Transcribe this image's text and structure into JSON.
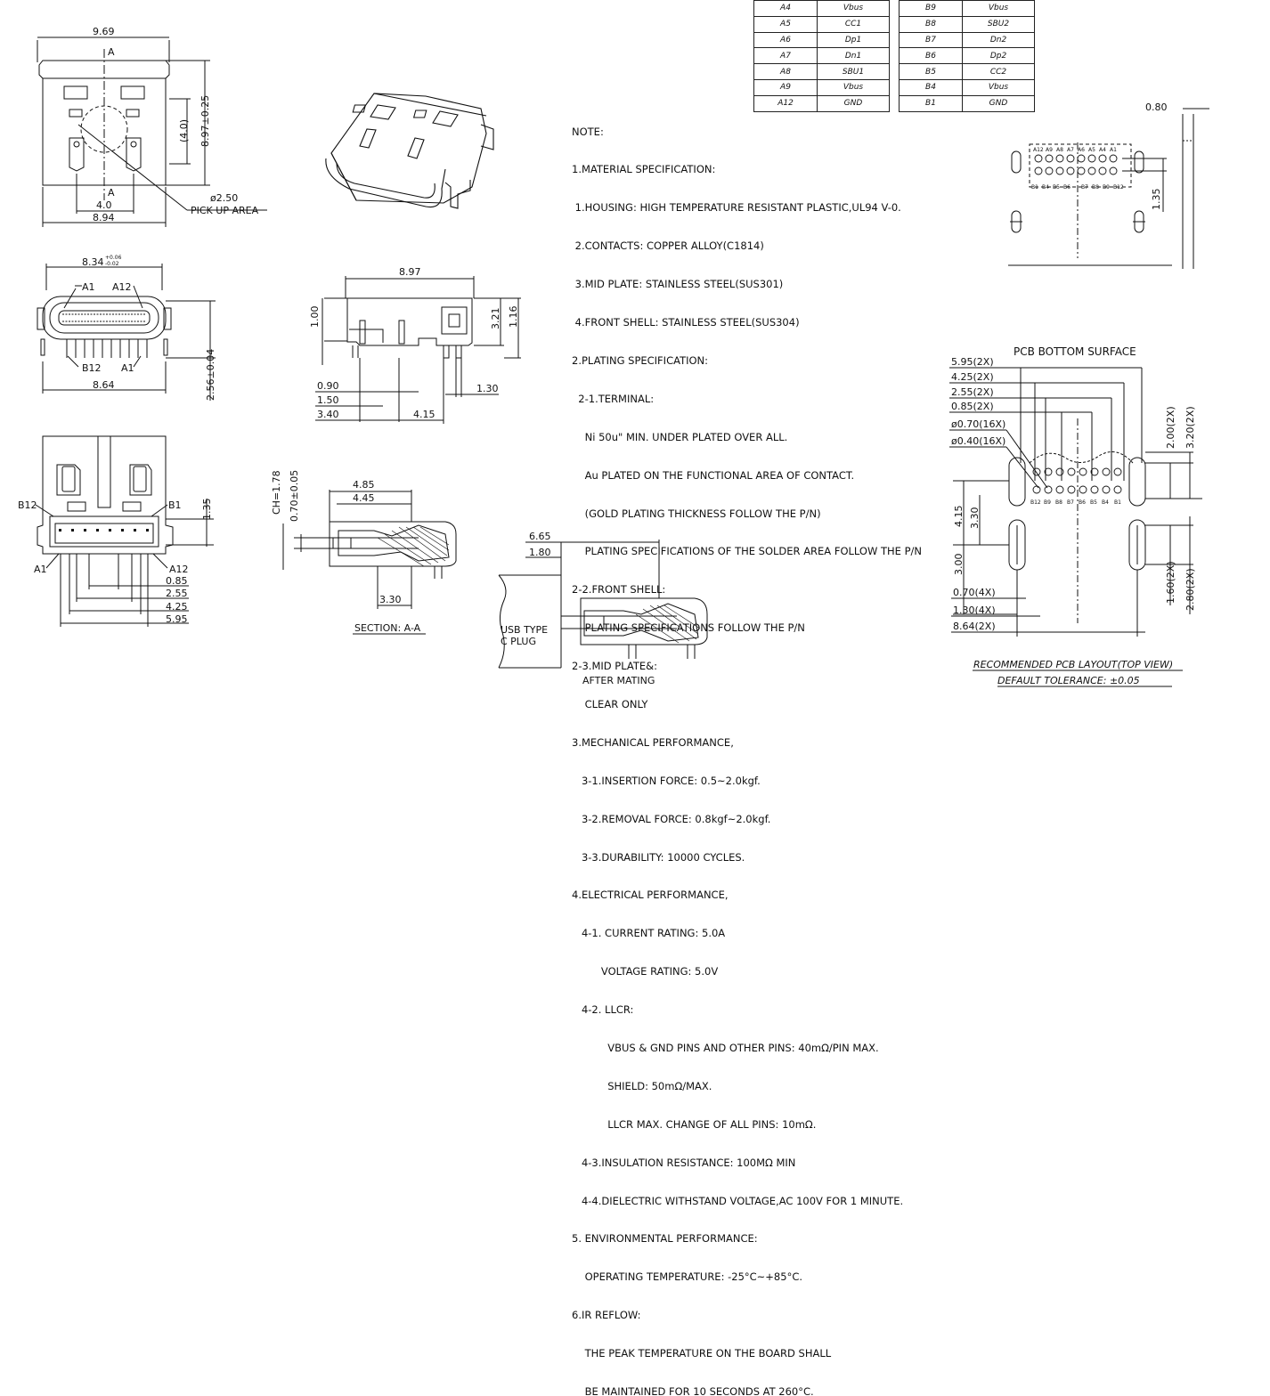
{
  "pin_table": {
    "left": [
      {
        "pin": "A4",
        "signal": "Vbus"
      },
      {
        "pin": "A5",
        "signal": "CC1"
      },
      {
        "pin": "A6",
        "signal": "Dp1"
      },
      {
        "pin": "A7",
        "signal": "Dn1"
      },
      {
        "pin": "A8",
        "signal": "SBU1"
      },
      {
        "pin": "A9",
        "signal": "Vbus"
      },
      {
        "pin": "A12",
        "signal": "GND"
      }
    ],
    "right": [
      {
        "pin": "B9",
        "signal": "Vbus"
      },
      {
        "pin": "B8",
        "signal": "SBU2"
      },
      {
        "pin": "B7",
        "signal": "Dn2"
      },
      {
        "pin": "B6",
        "signal": "Dp2"
      },
      {
        "pin": "B5",
        "signal": "CC2"
      },
      {
        "pin": "B4",
        "signal": "Vbus"
      },
      {
        "pin": "B1",
        "signal": "GND"
      }
    ]
  },
  "notes": [
    "NOTE:",
    "1.MATERIAL SPECIFICATION:",
    " 1.HOUSING: HIGH TEMPERATURE RESISTANT PLASTIC,UL94 V-0.",
    " 2.CONTACTS: COPPER ALLOY(C1814)",
    " 3.MID PLATE: STAINLESS STEEL(SUS301)",
    " 4.FRONT SHELL: STAINLESS STEEL(SUS304)",
    "2.PLATING SPECIFICATION:",
    "  2-1.TERMINAL:",
    "    Ni 50u\" MIN. UNDER PLATED OVER ALL.",
    "    Au PLATED ON THE FUNCTIONAL AREA OF CONTACT.",
    "    (GOLD PLATING THICKNESS FOLLOW THE P/N)",
    "    PLATING SPECIFICATIONS OF THE SOLDER AREA FOLLOW THE P/N",
    "2-2.FRONT SHELL:",
    "    PLATING SPECIFICATIONS FOLLOW THE P/N",
    "2-3.MID PLATE&:",
    "    CLEAR ONLY",
    "3.MECHANICAL PERFORMANCE,",
    "   3-1.INSERTION FORCE: 0.5~2.0kgf.",
    "   3-2.REMOVAL FORCE: 0.8kgf~2.0kgf.",
    "   3-3.DURABILITY: 10000 CYCLES.",
    "4.ELECTRICAL PERFORMANCE,",
    "   4-1. CURRENT RATING: 5.0A",
    "         VOLTAGE RATING: 5.0V",
    "   4-2. LLCR:",
    "           VBUS & GND PINS AND OTHER PINS: 40mΩ/PIN MAX.",
    "           SHIELD: 50mΩ/MAX.",
    "           LLCR MAX. CHANGE OF ALL PINS: 10mΩ.",
    "   4-3.INSULATION RESISTANCE: 100MΩ MIN",
    "   4-4.DIELECTRIC WITHSTAND VOLTAGE,AC 100V FOR 1 MINUTE.",
    "5. ENVIRONMENTAL PERFORMANCE:",
    "    OPERATING TEMPERATURE: -25°C~+85°C.",
    "6.IR REFLOW:",
    "    THE PEAK TEMPERATURE ON THE BOARD SHALL",
    "    BE MAINTAINED FOR 10 SECONDS AT 260°C."
  ],
  "top_view": {
    "width": "9.69",
    "height": "8.97±0.25",
    "inner_h": "(4.0)",
    "hole": "ø2.50",
    "pickup": "PICK UP AREA",
    "pitch": "4.0",
    "span": "8.94",
    "cut": "A"
  },
  "front_view": {
    "width": "8.34",
    "tol_plus": "+0.06",
    "tol_minus": "-0.02",
    "a1": "A1",
    "a12": "A12",
    "b12": "B12",
    "b1a1": "A1",
    "bottom": "8.64",
    "height": "2.56±0.04"
  },
  "bottom_view": {
    "b12": "B12",
    "b1": "B1",
    "a1": "A1",
    "a12": "A12",
    "h": "1.35",
    "d1": "0.85",
    "d2": "2.55",
    "d3": "4.25",
    "d4": "5.95"
  },
  "side_view": {
    "top": "8.97",
    "h1": "1.00",
    "h2": "3.21",
    "h3": "1.16",
    "d1": "0.90",
    "d2": "1.50",
    "d3": "3.40",
    "d4": "4.15",
    "d5": "1.30"
  },
  "section": {
    "ch": "CH=1.78",
    "t": "0.70±0.05",
    "w1": "4.85",
    "w2": "4.45",
    "w3": "3.30",
    "caption": "SECTION: A-A"
  },
  "mating": {
    "d1": "6.65",
    "d2": "1.80",
    "plug_1": "USB TYPE",
    "plug_2": "C PLUG",
    "caption": "AFTER MATING"
  },
  "pcb_top": {
    "d1": "0.80",
    "d2": "1.35",
    "top_pins": [
      "A12",
      "A9",
      "A8",
      "A7",
      "A6",
      "A5",
      "A4",
      "A1"
    ],
    "bot_pins": [
      "B1",
      "B4",
      "B5",
      "B6",
      "B7",
      "B8",
      "B9",
      "B12"
    ]
  },
  "pcb_bottom": {
    "title": "PCB BOTTOM SURFACE",
    "d1": "5.95(2X)",
    "d2": "4.25(2X)",
    "d3": "2.55(2X)",
    "d4": "0.85(2X)",
    "d5": "ø0.70(16X)",
    "d6": "ø0.40(16X)",
    "v1": "2.00(2X)",
    "v2": "3.20(2X)",
    "v3": "4.15",
    "v4": "3.30",
    "v5": "3.00",
    "v6": "1.60(2X)",
    "v7": "2.80(2X)",
    "h1": "0.70(4X)",
    "h2": "1.30(4X)",
    "h3": "8.64(2X)",
    "pins": [
      "B12",
      "B9",
      "B8",
      "B7",
      "B6",
      "B5",
      "B4",
      "B1"
    ],
    "caption": "RECOMMENDED PCB LAYOUT(TOP VIEW)",
    "tolerance": "DEFAULT TOLERANCE: ±0.05"
  }
}
